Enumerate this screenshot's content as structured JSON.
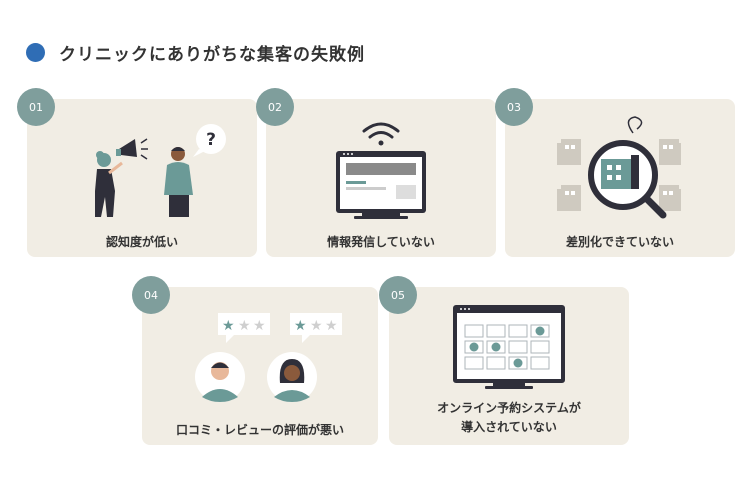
{
  "title": "クリニックにありがちな集客の失敗例",
  "cards": [
    {
      "number": "01",
      "caption": "認知度が低い"
    },
    {
      "number": "02",
      "caption": "情報発信していない"
    },
    {
      "number": "03",
      "caption": "差別化できていない"
    },
    {
      "number": "04",
      "caption": "口コミ・レビューの評価が悪い",
      "speech_symbol": "?"
    },
    {
      "number": "05",
      "caption_line1": "オンライン予約システムが",
      "caption_line2": "導入されていない"
    }
  ],
  "colors": {
    "accent_dot": "#2f6db5",
    "badge": "#7f9e9c",
    "card_bg": "#f1ede4",
    "illustration_teal": "#6b9a97",
    "dark": "#2f2f3a"
  },
  "icons": [
    "megaphone-icon",
    "wifi-icon",
    "monitor-icon",
    "magnifier-icon",
    "building-icon",
    "star-icon",
    "calendar-icon",
    "check-icon"
  ]
}
